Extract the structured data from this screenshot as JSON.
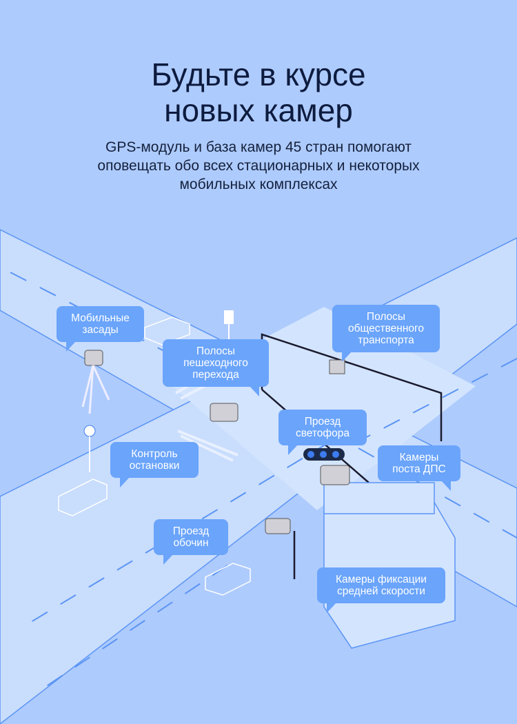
{
  "header": {
    "title_line1": "Будьте в курсе",
    "title_line2": "новых камер",
    "subtitle_line1": "GPS-модуль и база камер 45 стран помогают",
    "subtitle_line2": "оповещать обо всех стационарных и некоторых",
    "subtitle_line3": "мобильных комплексах"
  },
  "labels": {
    "mobile": [
      "Мобильные",
      "засады"
    ],
    "pedestrian": [
      "Полосы",
      "пешеходного",
      "перехода"
    ],
    "public_transport": [
      "Полосы",
      "общественного",
      "транспорта"
    ],
    "traffic_light": [
      "Проезд",
      "светофора"
    ],
    "stop_control": [
      "Контроль",
      "остановки"
    ],
    "dps": [
      "Камеры",
      "поста ДПС"
    ],
    "shoulder": [
      "Проезд",
      "обочин"
    ],
    "avg_speed": [
      "Камеры фиксации",
      "средней скорости"
    ]
  },
  "colors": {
    "background": "#aecbfd",
    "road": "#c9ddfd",
    "line": "#5b95f5",
    "bubble": "#6aa4fb"
  }
}
